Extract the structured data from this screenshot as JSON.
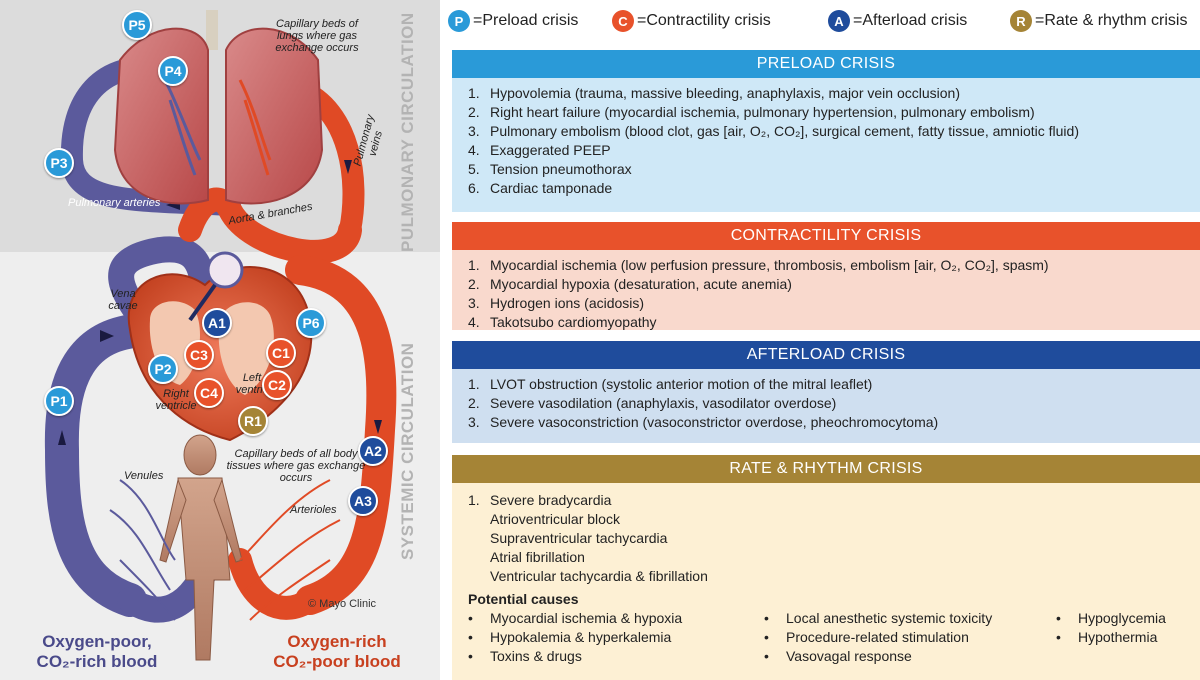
{
  "illustration": {
    "region_labels": {
      "pulmonary": "PULMONARY CIRCULATION",
      "systemic": "SYSTEMIC CIRCULATION"
    },
    "texts": {
      "capillary_lungs": "Capillary beds of lungs where gas exchange occurs",
      "pulmonary_veins": "Pulmonary veins",
      "pulmonary_arteries": "Pulmonary arteries",
      "aorta": "Aorta & branches",
      "vena_cavae": "Vena cavae",
      "left_ventricle": "Left ventric",
      "right_ventricle": "Right ventricle",
      "capillary_body": "Capillary beds of all body tissues where gas exchange occurs",
      "venules": "Venules",
      "arterioles": "Arterioles",
      "copyright": "© Mayo Clinic",
      "oxygen_poor_line1": "Oxygen-poor,",
      "oxygen_poor_line2": "CO₂-rich blood",
      "oxygen_rich_line1": "Oxygen-rich",
      "oxygen_rich_line2": "CO₂-poor blood"
    },
    "badges": {
      "P5": "P5",
      "P4": "P4",
      "P3": "P3",
      "P2": "P2",
      "P1": "P1",
      "P6": "P6",
      "A1": "A1",
      "A2": "A2",
      "A3": "A3",
      "C1": "C1",
      "C2": "C2",
      "C3": "C3",
      "C4": "C4",
      "R1": "R1"
    },
    "colors": {
      "venous": "#5b5a9c",
      "arterial": "#e04a25",
      "preload": "#2a9ad8",
      "contractility": "#e8522b",
      "afterload": "#1f4c9c",
      "rate": "#a58436"
    }
  },
  "legend": [
    {
      "letter": "P",
      "label": "=Preload crisis"
    },
    {
      "letter": "C",
      "label": "=Contractility crisis"
    },
    {
      "letter": "A",
      "label": "=Afterload crisis"
    },
    {
      "letter": "R",
      "label": "=Rate & rhythm crisis"
    }
  ],
  "preload": {
    "title": "PRELOAD CRISIS",
    "items": [
      {
        "n": "1.",
        "text": "Hypovolemia (trauma, massive bleeding, anaphylaxis, major vein occlusion)"
      },
      {
        "n": "2.",
        "text": "Right heart failure (myocardial ischemia, pulmonary hypertension, pulmonary embolism)"
      },
      {
        "n": "3.",
        "text": "Pulmonary embolism (blood clot, gas [air, O₂, CO₂], surgical cement, fatty tissue, amniotic fluid)"
      },
      {
        "n": "4.",
        "text": "Exaggerated PEEP"
      },
      {
        "n": "5.",
        "text": "Tension pneumothorax"
      },
      {
        "n": "6.",
        "text": "Cardiac tamponade"
      }
    ]
  },
  "contractility": {
    "title": "CONTRACTILITY CRISIS",
    "items": [
      {
        "n": "1.",
        "text": "Myocardial ischemia (low perfusion pressure, thrombosis, embolism [air, O₂, CO₂], spasm)"
      },
      {
        "n": "2.",
        "text": "Myocardial hypoxia (desaturation, acute anemia)"
      },
      {
        "n": "3.",
        "text": "Hydrogen ions (acidosis)"
      },
      {
        "n": "4.",
        "text": "Takotsubo cardiomyopathy"
      }
    ]
  },
  "afterload": {
    "title": "AFTERLOAD CRISIS",
    "items": [
      {
        "n": "1.",
        "text": "LVOT obstruction (systolic anterior motion of the mitral leaflet)"
      },
      {
        "n": "2.",
        "text": "Severe vasodilation (anaphylaxis, vasodilator overdose)"
      },
      {
        "n": "3.",
        "text": "Severe vasoconstriction (vasoconstrictor overdose, pheochromocytoma)"
      }
    ]
  },
  "rate": {
    "title": "RATE & RHYTHM CRISIS",
    "item1": {
      "n": "1.",
      "text": "Severe bradycardia"
    },
    "sub_items": [
      "Atrioventricular block",
      "Supraventricular tachycardia",
      "Atrial fibrillation",
      "Ventricular tachycardia & fibrillation"
    ],
    "causes_title": "Potential causes",
    "bullet": "•",
    "causes_col1": [
      "Myocardial ischemia & hypoxia",
      "Hypokalemia & hyperkalemia",
      "Toxins & drugs"
    ],
    "causes_col2": [
      "Local anesthetic systemic toxicity",
      "Procedure-related stimulation",
      "Vasovagal response"
    ],
    "causes_col3": [
      "Hypoglycemia",
      "Hypothermia"
    ]
  }
}
